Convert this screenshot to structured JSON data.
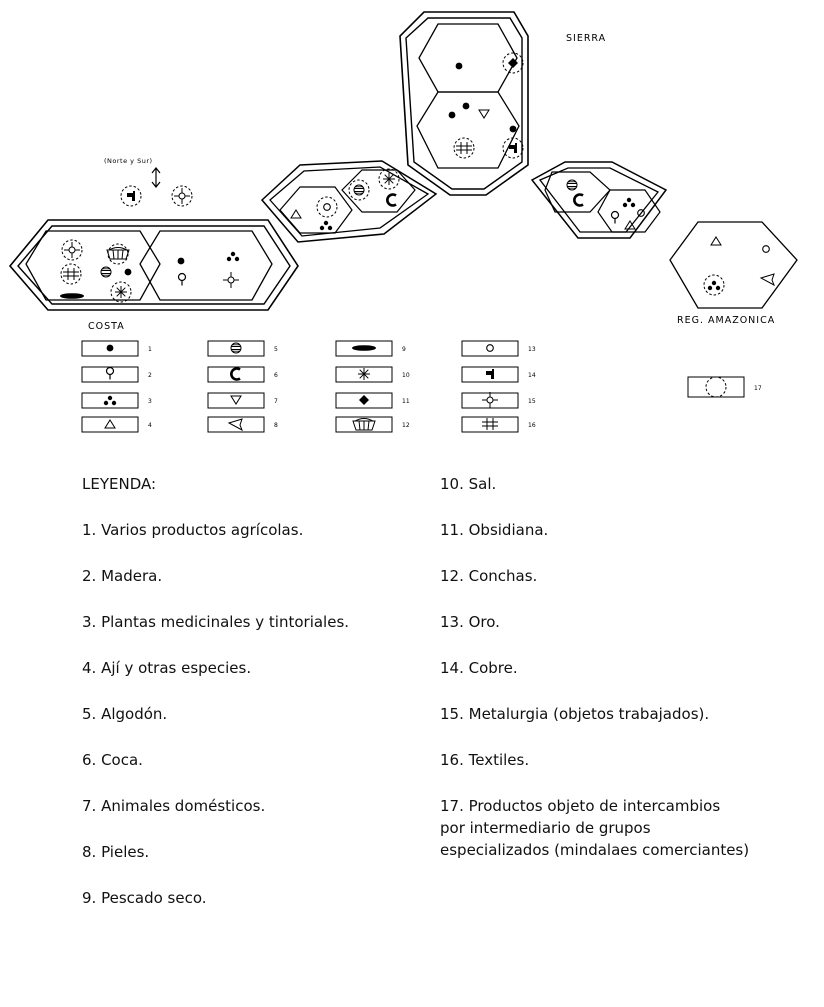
{
  "regions": {
    "sierra": "SIERRA",
    "costa": "COSTA",
    "amazonia": "REG. AMAZONICA",
    "north_south": "(Norte y Sur)"
  },
  "key_numbers": [
    "1",
    "2",
    "3",
    "4",
    "5",
    "6",
    "7",
    "8",
    "9",
    "10",
    "11",
    "12",
    "13",
    "14",
    "15",
    "16",
    "17"
  ],
  "legend": {
    "title": "LEYENDA:",
    "items": [
      "1. Varios productos agrícolas.",
      "2. Madera.",
      "3. Plantas medicinales y tintoriales.",
      "4. Ají y otras especies.",
      "5. Algodón.",
      "6. Coca.",
      "7. Animales domésticos.",
      "8. Pieles.",
      "9. Pescado seco.",
      "10. Sal.",
      "11. Obsidiana.",
      "12. Conchas.",
      "13. Oro.",
      "14. Cobre.",
      "15. Metalurgia (objetos trabajados).",
      "16. Textiles."
    ],
    "item17": [
      "17. Productos objeto de intercambios",
      "por intermediario de grupos",
      "especializados (mindalaes comerciantes)"
    ]
  }
}
